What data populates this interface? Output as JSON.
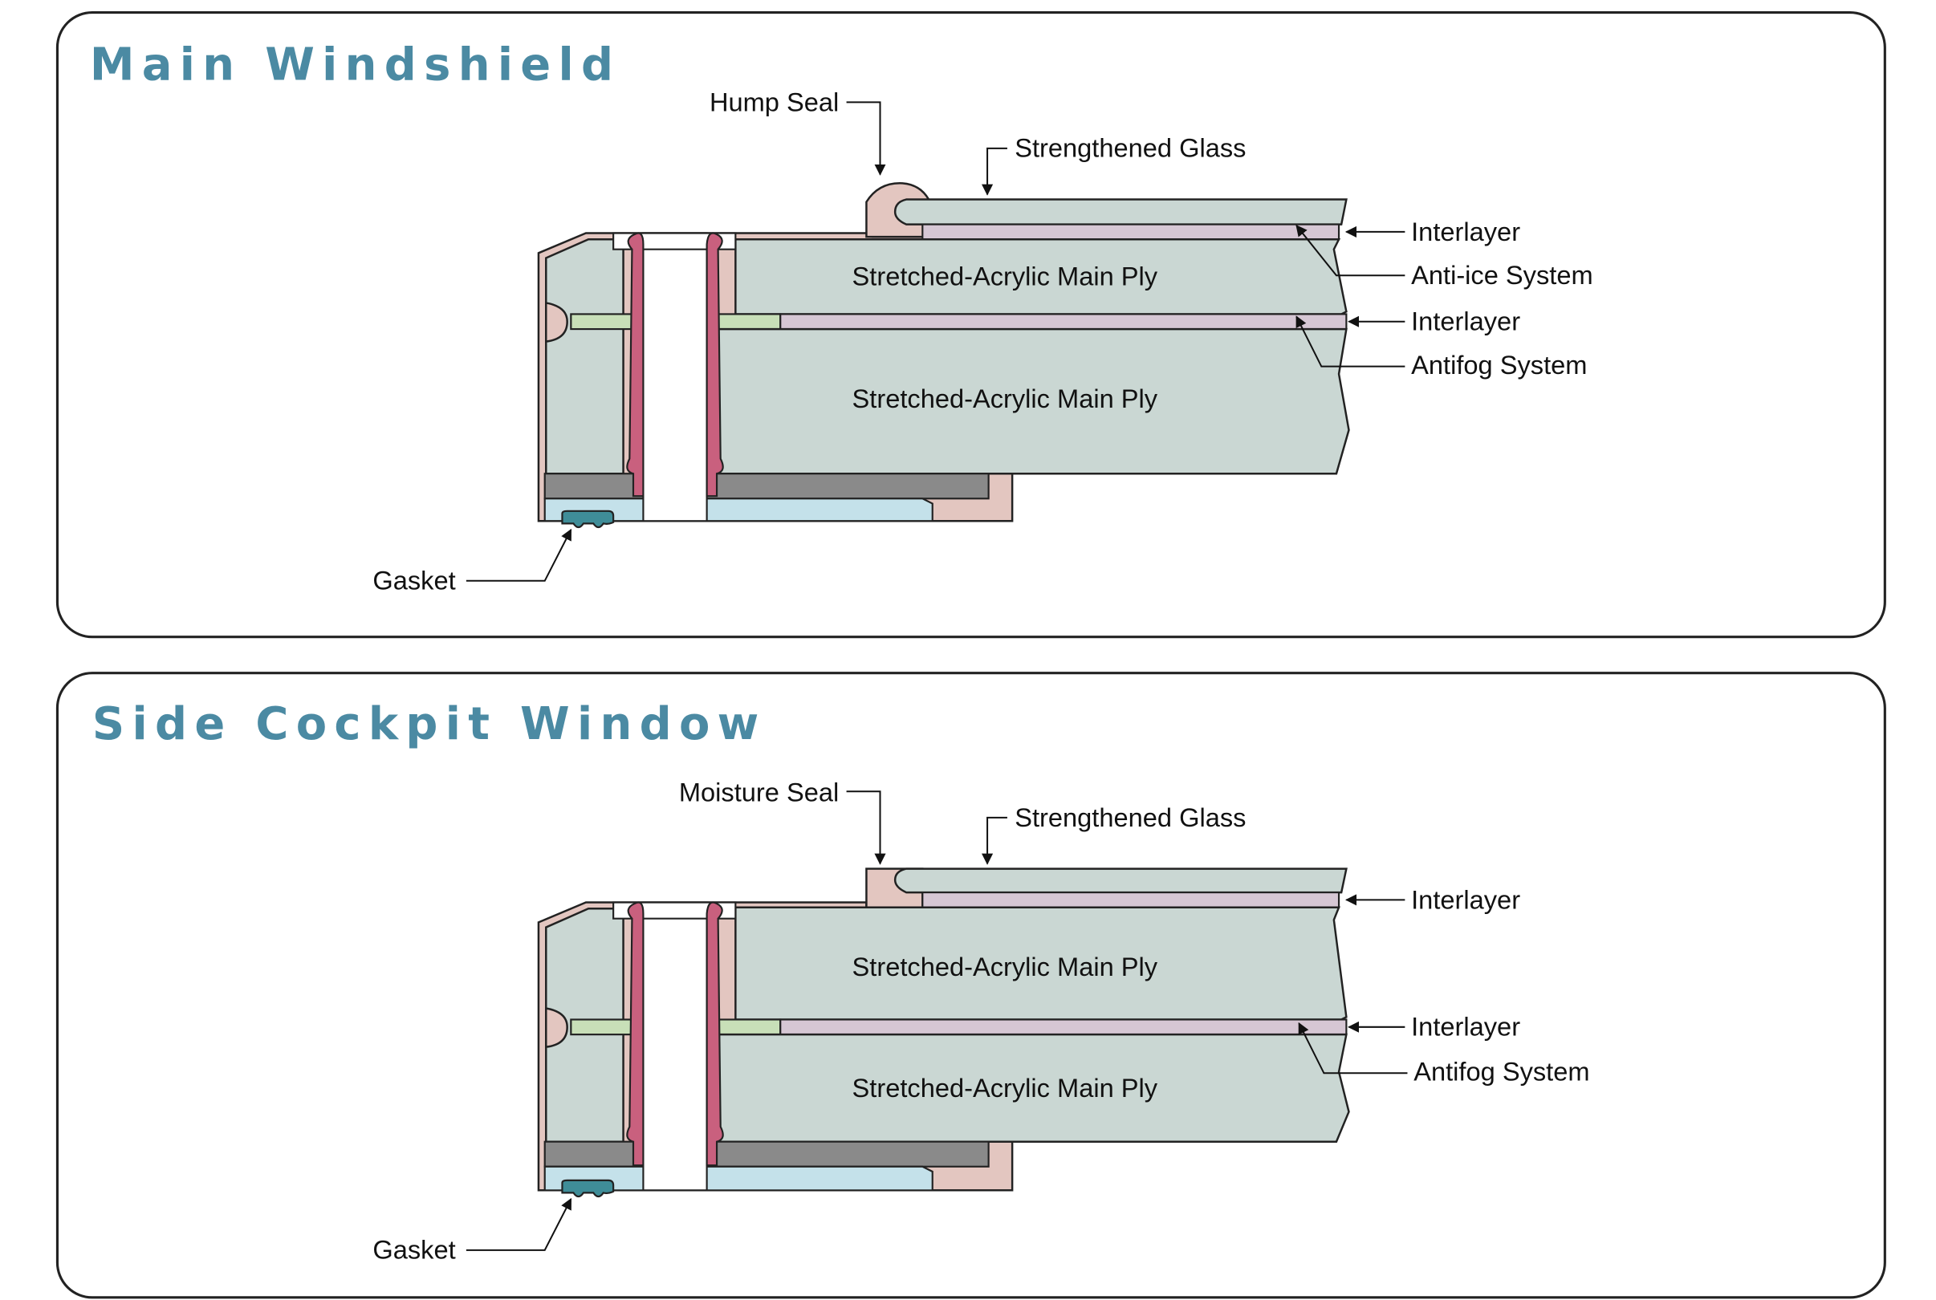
{
  "panels": [
    {
      "id": "main",
      "title": "Main Windshield",
      "labels": {
        "top_seal": "Hump Seal",
        "glass": "Strengthened Glass",
        "interlayer_1": "Interlayer",
        "anti_ice": "Anti-ice System",
        "interlayer_2": "Interlayer",
        "antifog": "Antifog System",
        "ply_1": "Stretched-Acrylic Main Ply",
        "ply_2": "Stretched-Acrylic Main Ply",
        "gasket": "Gasket"
      }
    },
    {
      "id": "side",
      "title": "Side Cockpit Window",
      "labels": {
        "top_seal": "Moisture Seal",
        "glass": "Strengthened Glass",
        "interlayer_1": "Interlayer",
        "interlayer_2": "Interlayer",
        "antifog": "Antifog System",
        "ply_1": "Stretched-Acrylic Main Ply",
        "ply_2": "Stretched-Acrylic Main Ply",
        "gasket": "Gasket"
      }
    }
  ],
  "colors": {
    "title": "#4b8aa3",
    "acrylic": "#cad7d3",
    "interlayer": "#d6c7d4",
    "frame": "#e3c6c0",
    "bolt": "#c9607e",
    "gasket": "#3f8d98",
    "spacer": "#c4e1ea",
    "sealant": "#c8dfb8",
    "backing": "#8a8a8a"
  }
}
